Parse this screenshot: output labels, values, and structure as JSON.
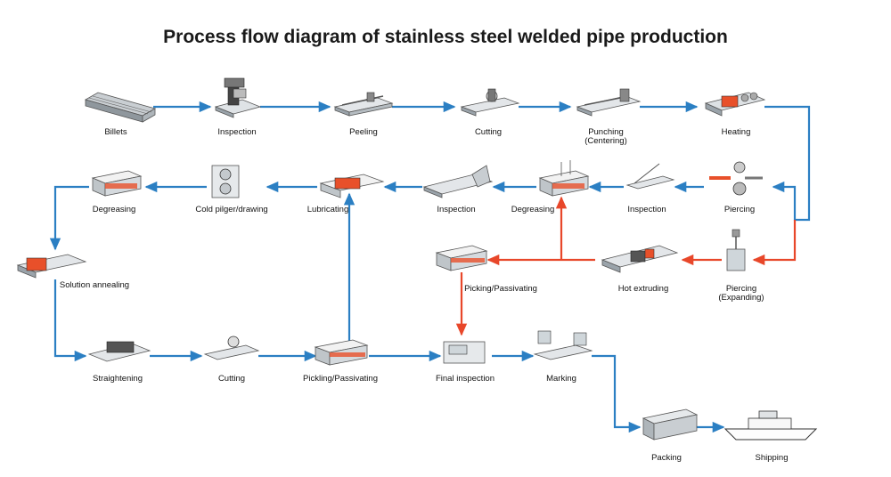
{
  "title": "Process flow diagram of stainless steel welded pipe production",
  "colors": {
    "flow_blue": "#2b7fc3",
    "flow_red": "#e8472a",
    "machine_gray": "#9aa3aa",
    "hot_orange": "#e8502a"
  },
  "steps": {
    "billets": "Billets",
    "inspection_1": "Inspection",
    "peeling": "Peeling",
    "cutting_1": "Cutting",
    "punching": "Punching",
    "punching_sub": "(Centering)",
    "heating": "Heating",
    "piercing": "Piercing",
    "inspection_2": "Inspection",
    "degreasing_1": "Degreasing",
    "inspection_3": "Inspection",
    "lubricating": "Lubricating",
    "cold_pilger": "Cold pilger/drawing",
    "degreasing_2": "Degreasing",
    "solution_annealing": "Solution annealing",
    "straightening": "Straightening",
    "cutting_2": "Cutting",
    "pickling_2": "Pickling/Passivating",
    "final_inspection": "Final inspection",
    "marking": "Marking",
    "packing": "Packing",
    "shipping": "Shipping",
    "piercing_expanding": "Piercing",
    "piercing_expanding_sub": "(Expanding)",
    "hot_extruding": "Hot extruding",
    "pickling_1": "Picking/Passivating"
  }
}
